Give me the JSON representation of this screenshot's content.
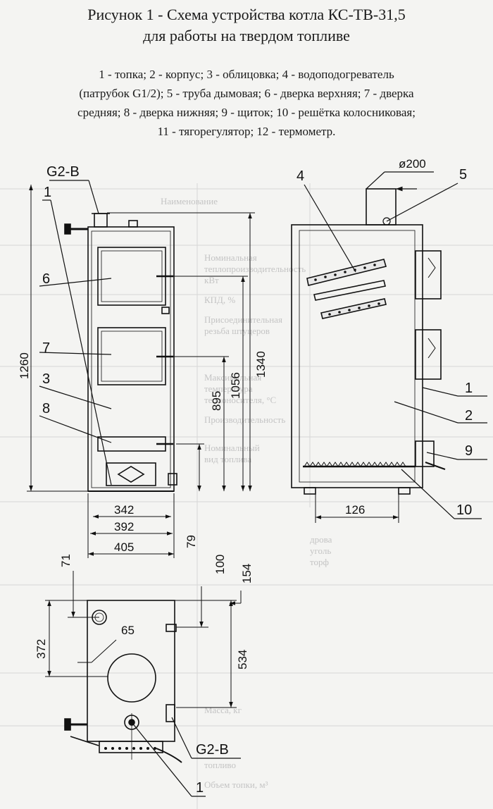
{
  "title": {
    "line1": "Рисунок 1 - Схема устройства котла КС-ТВ-31,5",
    "line2": "для работы на твердом топливе"
  },
  "legend": {
    "line1": "1 - топка; 2 - корпус; 3 - облицовка; 4 - водоподогреватель",
    "line2": "(патрубок G1/2); 5 - труба дымовая; 6 - дверка верхняя; 7 - дверка",
    "line3": "средняя; 8 - дверка нижняя; 9 - щиток; 10 - решётка колосниковая;",
    "line4": "11 - тягорегулятор; 12 - термометр."
  },
  "front_view": {
    "pipe_label": "G2-B",
    "callouts": [
      "1",
      "6",
      "7",
      "3",
      "8"
    ],
    "dims": {
      "height_total": "1260",
      "height_1340": "1340",
      "height_1056": "1056",
      "height_895": "895",
      "width_342": "342",
      "width_392": "392",
      "width_405": "405",
      "dim_79": "79"
    }
  },
  "side_view": {
    "flue_diameter": "ø200",
    "callouts": [
      "4",
      "5",
      "1",
      "2",
      "9",
      "10"
    ],
    "dims": {
      "dim_126": "126"
    }
  },
  "top_view": {
    "pipe_label": "G2-B",
    "callouts": [
      "1"
    ],
    "dims": {
      "dim_71": "71",
      "dim_100": "100",
      "dim_154": "154",
      "dim_372": "372",
      "dim_65": "65",
      "dim_534": "534"
    }
  },
  "background_table_text": [
    "Наименование",
    "Номинальная",
    "теплопроизводительность",
    "кВт",
    "КПД, %",
    "Присоединительная",
    "резьба штуцеров",
    "Максимальная",
    "температура",
    "теплоносителя, °С",
    "Производительность",
    "Номинальный",
    "вид топлива",
    "дрова",
    "уголь",
    "торф",
    "Масса, кг",
    "топливо",
    "Объем топки, м³"
  ]
}
